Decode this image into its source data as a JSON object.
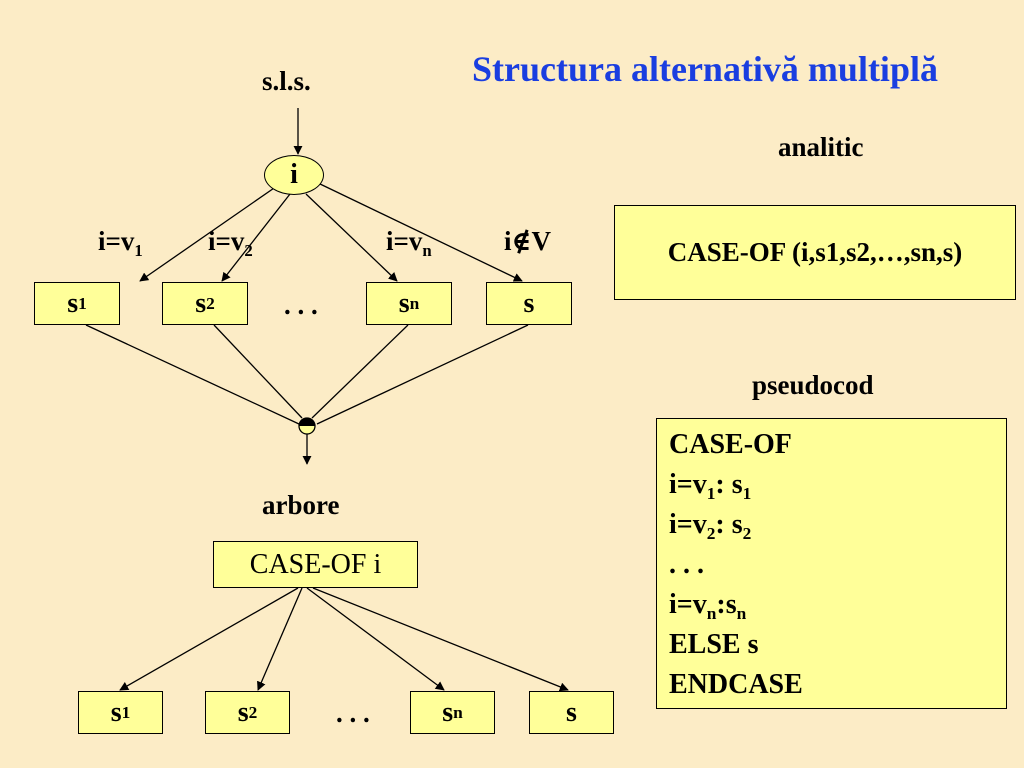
{
  "title": "Structura alternativă multiplă",
  "flow": {
    "entry_label": "s.l.s.",
    "selector": "i",
    "conditions": [
      {
        "base": "i=v",
        "sub": "1"
      },
      {
        "base": "i=v",
        "sub": "2"
      },
      {
        "base": "i=v",
        "sub": "n"
      },
      {
        "base": "i∉V",
        "sub": ""
      }
    ],
    "boxes": [
      {
        "base": "s",
        "sub": "1"
      },
      {
        "base": "s",
        "sub": "2"
      },
      {
        "base": "s",
        "sub": "n"
      },
      {
        "base": "s",
        "sub": ""
      }
    ],
    "ellipsis": ". . ."
  },
  "tree": {
    "label": "arbore",
    "root": "CASE-OF i",
    "leaves": [
      {
        "base": "s",
        "sub": "1"
      },
      {
        "base": "s",
        "sub": "2"
      },
      {
        "base": "s",
        "sub": "n"
      },
      {
        "base": "s",
        "sub": ""
      }
    ],
    "ellipsis": ". . ."
  },
  "analytic": {
    "label": "analitic",
    "formula": "CASE-OF (i,s1,s2,…,sn,s)"
  },
  "pseudocode": {
    "label": "pseudocod",
    "lines": [
      {
        "parts": [
          {
            "t": "CASE-OF",
            "sub": false
          }
        ]
      },
      {
        "parts": [
          {
            "t": "i=v",
            "sub": false
          },
          {
            "t": "1",
            "sub": true
          },
          {
            "t": ": s",
            "sub": false
          },
          {
            "t": "1",
            "sub": true
          }
        ]
      },
      {
        "parts": [
          {
            "t": "i=v",
            "sub": false
          },
          {
            "t": "2",
            "sub": true
          },
          {
            "t": ": s",
            "sub": false
          },
          {
            "t": "2",
            "sub": true
          }
        ]
      },
      {
        "parts": [
          {
            "t": ". . .",
            "sub": false
          }
        ]
      },
      {
        "parts": [
          {
            "t": "i=v",
            "sub": false
          },
          {
            "t": "n",
            "sub": true
          },
          {
            "t": ":s",
            "sub": false
          },
          {
            "t": "n",
            "sub": true
          }
        ]
      },
      {
        "parts": [
          {
            "t": "ELSE s",
            "sub": false
          }
        ]
      },
      {
        "parts": [
          {
            "t": "ENDCASE",
            "sub": false
          }
        ]
      }
    ]
  }
}
